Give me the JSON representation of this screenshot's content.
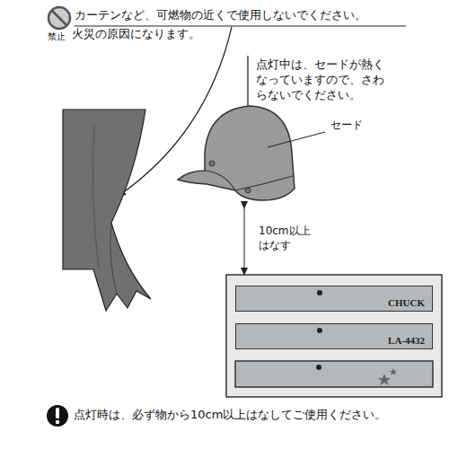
{
  "diagram": {
    "nodes": [
      {
        "text": [
          "CHUCK"
        ]
      },
      {
        "text": [
          "LA-4432"
        ]
      }
    ],
    "labels": [
      "禁止",
      "カーテンなど、可燃物の近くで使用しないでください。",
      "火災の原因になります。",
      "点灯中は、セードが熱く なっていますので、さわ らないでください。",
      "セード",
      "10cm以上 はなす",
      "点灯時は、必ず物から10cm以上はなしてご使用ください。"
    ]
  }
}
